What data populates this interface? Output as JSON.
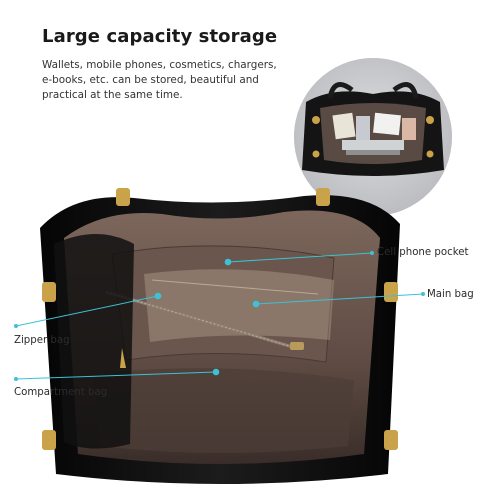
{
  "header": {
    "title": "Large capacity storage",
    "description": "Wallets, mobile phones, cosmetics, chargers, e-books, etc. can be stored, beautiful and practical at the same time."
  },
  "callouts": [
    {
      "id": "cell",
      "label": "Cell phone pocket"
    },
    {
      "id": "main",
      "label": "Main bag"
    },
    {
      "id": "zip",
      "label": "Zipper bag"
    },
    {
      "id": "comp",
      "label": "Compartment bag"
    }
  ],
  "colors": {
    "accent": "#3cc2d4",
    "bag_leather": "#0d0d0d",
    "lining": "#6f5b52",
    "hardware_gold": "#c9a24a",
    "inset_background": "#cfd0d3"
  }
}
